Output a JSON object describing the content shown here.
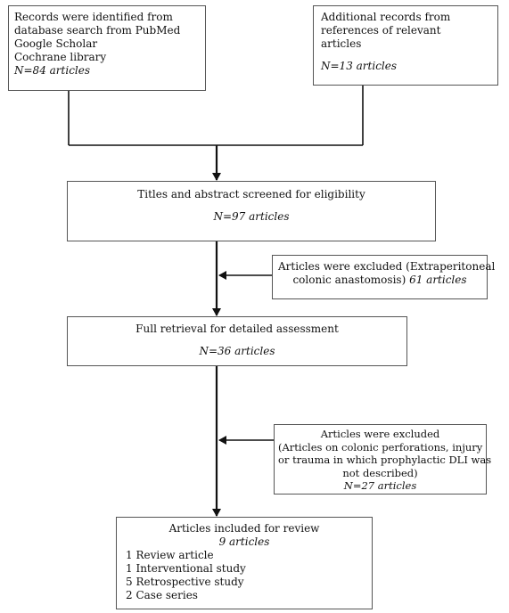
{
  "boxes": {
    "records": {
      "lines": [
        "Records were identified from",
        "database search from PubMed",
        "Google Scholar",
        "Cochrane library"
      ],
      "count": "N=84 articles"
    },
    "additional": {
      "lines": [
        "Additional records from",
        "references of relevant",
        "articles"
      ],
      "count": "N=13 articles"
    },
    "screened": {
      "title": "Titles and abstract screened for eligibility",
      "count": "N=97 articles"
    },
    "excluded_1": {
      "line1": "Articles were excluded (Extraperitoneal",
      "line2_text": "colonic anastomosis)",
      "line2_count": "61 articles"
    },
    "full_retrieval": {
      "title": "Full retrieval for detailed assessment",
      "count": "N=36 articles"
    },
    "excluded_2": {
      "lines": [
        "Articles were excluded",
        "(Articles on colonic perforations, injury",
        "or trauma in which prophylactic DLI was",
        "not described)"
      ],
      "count": "N=27 articles"
    },
    "included": {
      "title": "Articles included for review",
      "count": "9 articles",
      "items": [
        "1 Review article",
        "1 Interventional study",
        "5 Retrospective study",
        "2 Case series"
      ]
    }
  }
}
